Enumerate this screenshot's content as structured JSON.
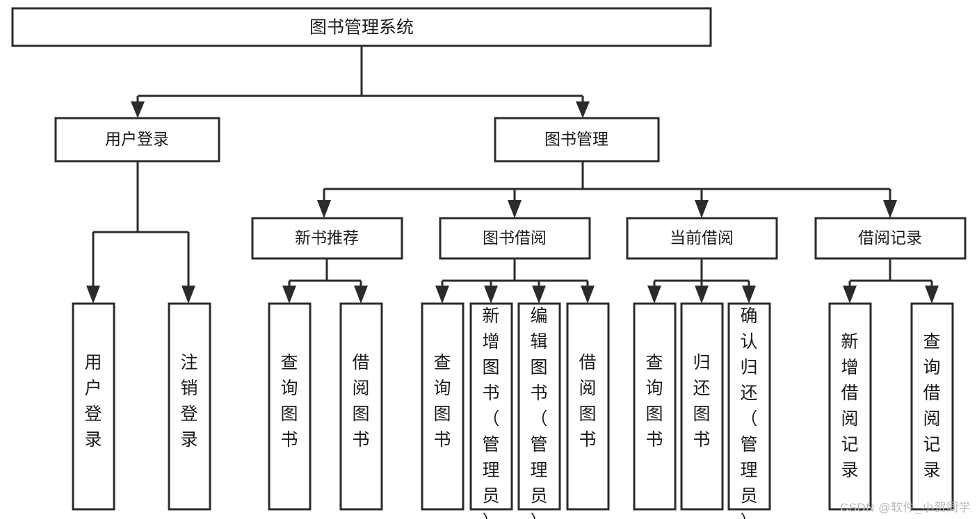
{
  "diagram": {
    "type": "tree-hierarchy-chart",
    "title": "图书管理系统",
    "watermark": "CSDN @软件_小贺同学",
    "colors": {
      "stroke": "#2b2b2b",
      "fill": "#ffffff",
      "text": "#1a1a1a",
      "watermark": "#b9b9b9"
    },
    "root": {
      "label": "图书管理系统"
    },
    "level2": [
      {
        "label": "用户登录"
      },
      {
        "label": "图书管理"
      }
    ],
    "level3": [
      {
        "label": "新书推荐"
      },
      {
        "label": "图书借阅"
      },
      {
        "label": "当前借阅"
      },
      {
        "label": "借阅记录"
      }
    ],
    "leaves": {
      "user_login": [
        {
          "label": "用户登录"
        },
        {
          "label": "注销登录"
        }
      ],
      "new_book": [
        {
          "label": "查询图书"
        },
        {
          "label": "借阅图书"
        }
      ],
      "book_borrow": [
        {
          "label": "查询图书"
        },
        {
          "label": "新增图书（管理员）"
        },
        {
          "label": "编辑图书（管理员）"
        },
        {
          "label": "借阅图书"
        }
      ],
      "current_borrow": [
        {
          "label": "查询图书"
        },
        {
          "label": "归还图书"
        },
        {
          "label": "确认归还（管理员）"
        }
      ],
      "borrow_record": [
        {
          "label": "新增借阅记录"
        },
        {
          "label": "查询借阅记录"
        }
      ]
    }
  }
}
